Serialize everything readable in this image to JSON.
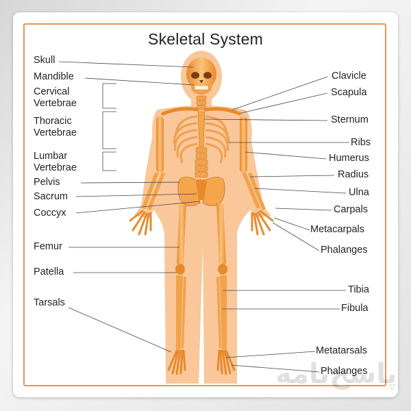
{
  "title": "Skeletal System",
  "colors": {
    "frame": "#e8915c",
    "body_silhouette": "#f9c79a",
    "bone": "#f5a54a",
    "bone_dark": "#d9822b",
    "leader_line": "#444444"
  },
  "labels_left": {
    "skull": "Skull",
    "mandible": "Mandible",
    "cervical_1": "Cervical",
    "cervical_2": "Vertebrae",
    "thoracic_1": "Thoracic",
    "thoracic_2": "Vertebrae",
    "lumbar_1": "Lumbar",
    "lumbar_2": "Vertebrae",
    "pelvis": "Pelvis",
    "sacrum": "Sacrum",
    "coccyx": "Coccyx",
    "femur": "Femur",
    "patella": "Patella",
    "tarsals": "Tarsals"
  },
  "labels_right": {
    "clavicle": "Clavicle",
    "scapula": "Scapula",
    "sternum": "Sternum",
    "ribs": "Ribs",
    "humerus": "Humerus",
    "radius": "Radius",
    "ulna": "Ulna",
    "carpals": "Carpals",
    "metacarpals": "Metacarpals",
    "phalanges_hand": "Phalanges",
    "tibia": "Tibia",
    "fibula": "Fibula",
    "metatarsals": "Metatarsals",
    "phalanges_foot": "Phalanges"
  },
  "watermark": "پاسخ‌نامه"
}
